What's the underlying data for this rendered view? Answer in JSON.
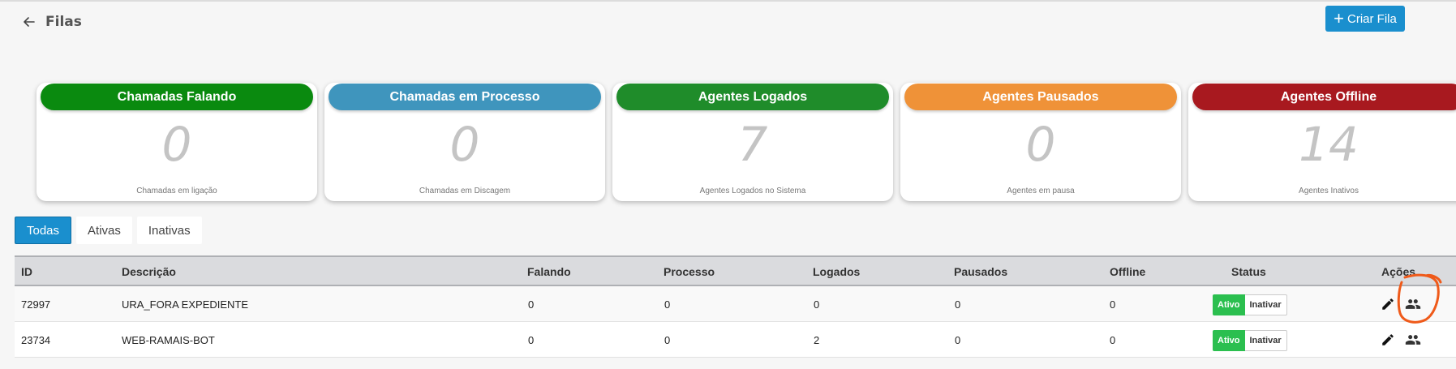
{
  "header": {
    "title": "Filas",
    "create_label": "Criar Fila"
  },
  "cards": [
    {
      "title": "Chamadas Falando",
      "value": "0",
      "subtitle": "Chamadas em ligação",
      "color": "#0a8a0f"
    },
    {
      "title": "Chamadas em Processo",
      "value": "0",
      "subtitle": "Chamadas em Discagem",
      "color": "#3f95bd"
    },
    {
      "title": "Agentes Logados",
      "value": "7",
      "subtitle": "Agentes Logados no Sistema",
      "color": "#1f8c2a"
    },
    {
      "title": "Agentes Pausados",
      "value": "0",
      "subtitle": "Agentes em pausa",
      "color": "#ef9238"
    },
    {
      "title": "Agentes Offline",
      "value": "14",
      "subtitle": "Agentes Inativos",
      "color": "#a8191f"
    }
  ],
  "tabs": [
    {
      "label": "Todas",
      "active": true
    },
    {
      "label": "Ativas",
      "active": false
    },
    {
      "label": "Inativas",
      "active": false
    }
  ],
  "table": {
    "headers": [
      "ID",
      "Descrição",
      "Falando",
      "Processo",
      "Logados",
      "Pausados",
      "Offline",
      "Status",
      "Ações"
    ],
    "rows": [
      {
        "id": "72997",
        "descricao": "URA_FORA EXPEDIENTE",
        "falando": "0",
        "processo": "0",
        "logados": "0",
        "pausados": "0",
        "offline": "0",
        "status_on": "Ativo",
        "status_off": "Inativar"
      },
      {
        "id": "23734",
        "descricao": "WEB-RAMAIS-BOT",
        "falando": "0",
        "processo": "0",
        "logados": "2",
        "pausados": "0",
        "offline": "0",
        "status_on": "Ativo",
        "status_off": "Inativar"
      }
    ]
  },
  "colors": {
    "primary": "#1a8fce",
    "active_status": "#2bbf4f",
    "annotation": "#ef5a1a"
  },
  "icons": [
    "arrow-left-icon",
    "plus-icon",
    "pencil-icon",
    "users-icon"
  ]
}
